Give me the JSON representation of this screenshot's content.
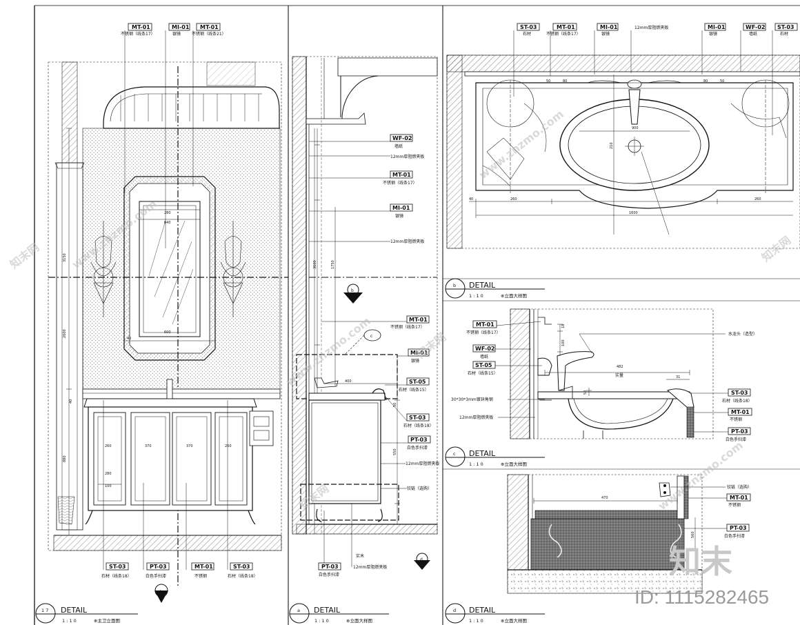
{
  "tags": {
    "mt01": "MT-01",
    "mi01": "MI-01",
    "st03": "ST-03",
    "wf02": "WF-02",
    "st05": "ST-05",
    "pt03": "PT-03"
  },
  "notes": {
    "ss17": "不锈钢（线条17）",
    "ss21": "不锈钢（线条21）",
    "silver_mirror": "银镜",
    "ss": "不锈钢",
    "stone": "石材",
    "stone15": "石材（线条15）",
    "stone18": "石材（线条18）",
    "wallpaper": "墙纸",
    "board12": "12mm厚阻燃夹板",
    "paint_white": "白色手扫漆",
    "solid_wood": "实木",
    "hinge": "铰链（选购）",
    "faucet": "水龙头（造型）",
    "angle_steel": "30*30*3mm镀锌角钢",
    "actual": "实量"
  },
  "dims": {
    "d3150": "3150",
    "d2000": "2000",
    "d880": "880",
    "d40": "40",
    "d600": "600",
    "d640": "640",
    "d280": "280",
    "d100": "100",
    "d370": "370",
    "d260": "260",
    "d400": "400",
    "d1750": "1750",
    "d3600": "3600",
    "d550": "550",
    "d50": "50",
    "d80": "80",
    "d900": "900",
    "d210": "210",
    "d1600": "1600",
    "d470": "470",
    "d482": "482",
    "d31": "31",
    "d18": "18",
    "d560": "560"
  },
  "titles": {
    "t1": {
      "num": "1 7",
      "word": "DETAIL",
      "scale": "1 : 1 0",
      "name": "⊕主卫立面图"
    },
    "ta": {
      "num": "a",
      "word": "DETAIL",
      "scale": "1 : 1 0",
      "name": "⊕立面大样图"
    },
    "tb": {
      "num": "b",
      "word": "DETAIL",
      "scale": "1 : 1 0",
      "name": "⊕立面大样图"
    },
    "tc": {
      "num": "c",
      "word": "DETAIL",
      "scale": "1 : 1 0",
      "name": "⊕立面大样图"
    },
    "td": {
      "num": "d",
      "word": "DETAIL",
      "scale": "1 : 1 0",
      "name": "⊕立面大样图"
    }
  },
  "markers": {
    "a": "a",
    "b": "b",
    "c": "c",
    "d": "d"
  },
  "watermark": {
    "site": "www.znzmo.com",
    "brand": "知末网",
    "logo": "知末",
    "id": "ID: 1115282465"
  }
}
